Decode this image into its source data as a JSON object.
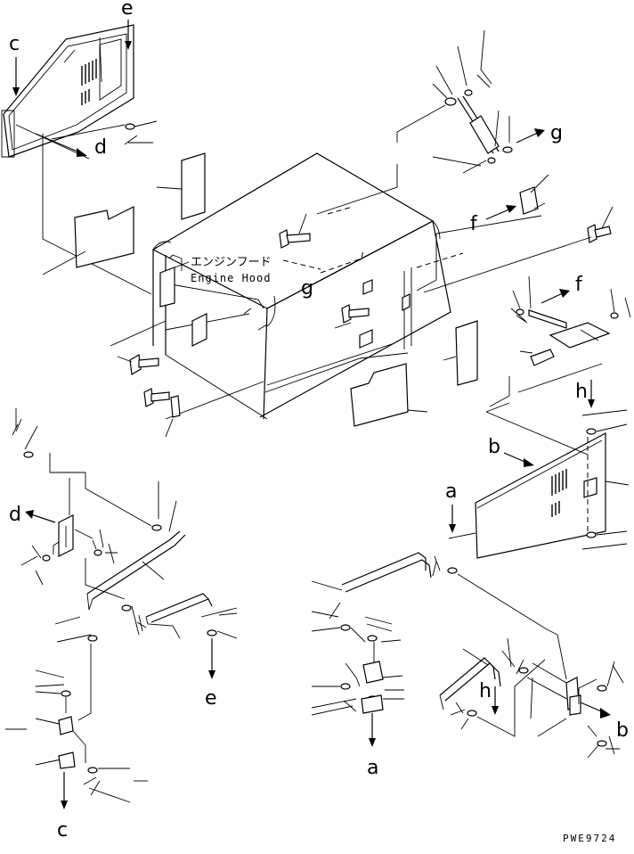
{
  "diagram": {
    "callouts": {
      "hood_jp": "エンジンフード",
      "hood_en": "Engine Hood"
    },
    "letters": {
      "a_top": "a",
      "a_bottom": "a",
      "b_panel": "b",
      "b_hinge": "b",
      "c_top": "c",
      "c_bottom": "c",
      "d_top": "d",
      "d_left": "d",
      "e_top": "e",
      "e_bottom": "e",
      "f_upper": "f",
      "f_lower": "f",
      "g_strut": "g",
      "g_hood": "g",
      "h_panel": "h",
      "h_hinge": "h"
    },
    "drawing_no": "PWE9724"
  }
}
